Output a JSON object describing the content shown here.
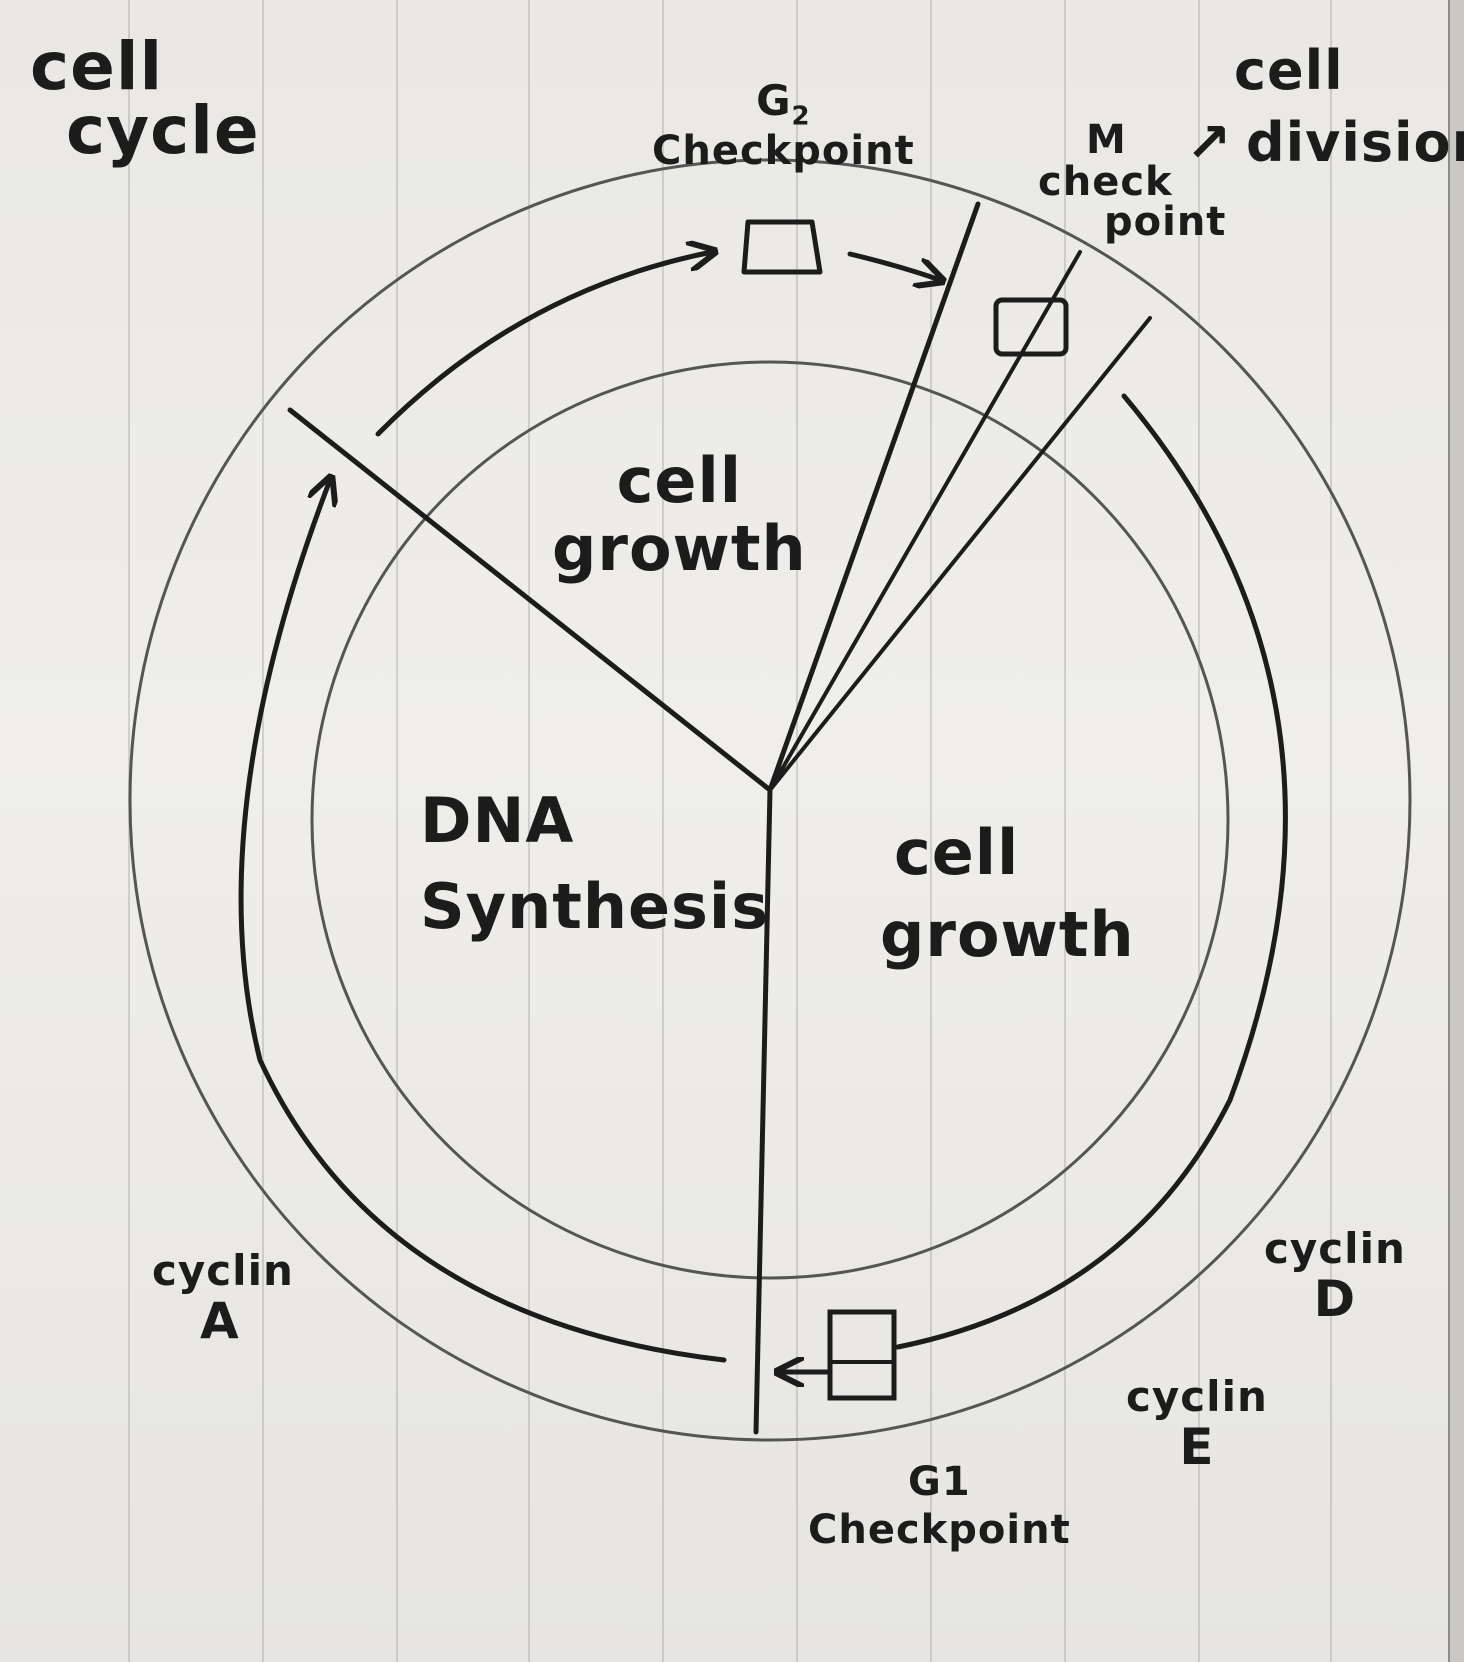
{
  "title": {
    "line1": "cell",
    "line2": "cycle"
  },
  "phases": {
    "g2_growth": {
      "line1": "cell",
      "line2": "growth"
    },
    "s_phase": {
      "line1": "DNA",
      "line2": "Synthesis"
    },
    "g1_growth": {
      "line1": "cell",
      "line2": "growth"
    }
  },
  "checkpoints": {
    "g2": {
      "name": "G",
      "subscript": "2",
      "word": "Checkpoint"
    },
    "m": {
      "line1": "M",
      "line2": "check",
      "line3": "point"
    },
    "g1": {
      "line1": "G1",
      "line2": "Checkpoint"
    }
  },
  "cell_division": {
    "arrow": "↗",
    "line1": "cell",
    "line2": "division"
  },
  "cyclins": {
    "a": {
      "word": "cyclin",
      "letter": "A"
    },
    "d": {
      "word": "cyclin",
      "letter": "D"
    },
    "e": {
      "word": "cyclin",
      "letter": "E"
    }
  },
  "colors": {
    "ink": "#1c1c1c",
    "pencil_ring": "#555555",
    "paper": "#ecebe7"
  }
}
